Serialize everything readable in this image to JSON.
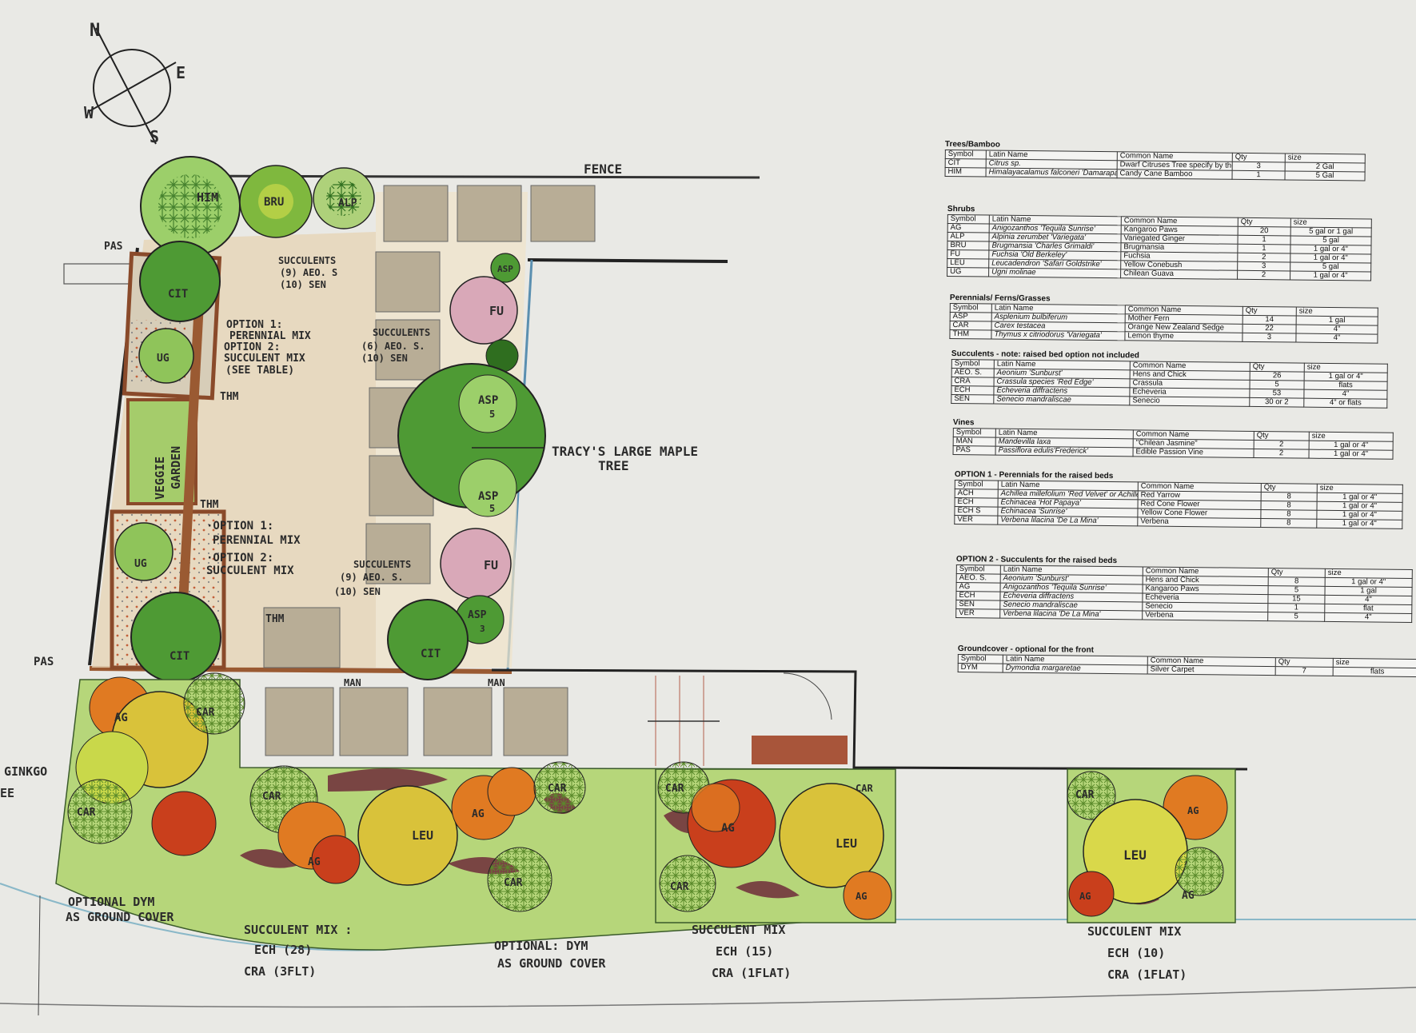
{
  "compass": {
    "n": "N",
    "e": "E",
    "s": "S",
    "w": "W"
  },
  "plan_labels": {
    "fence": "FENCE",
    "pas_top": "PAS",
    "pas_left": "PAS",
    "him": "HIM",
    "bru": "BRU",
    "alp": "ALP",
    "cit1": "CIT",
    "cit2": "CIT",
    "cit3": "CIT",
    "ug1": "UG",
    "ug2": "UG",
    "thm1": "THM",
    "thm2": "THM",
    "thm3": "THM",
    "veggie": "VEGGIE",
    "garden": "GARDEN",
    "asp_small": "ASP",
    "fu1": "FU",
    "fu2": "FU",
    "asp1": "ASP",
    "asp1n": "5",
    "asp2": "ASP",
    "asp2n": "5",
    "asp3": "ASP",
    "asp3n": "3",
    "man1": "MAN",
    "man2": "MAN",
    "ginkgo": "GINKGO",
    "ee": "EE",
    "succ_top_1": "SUCCULENTS",
    "succ_top_2": "(9) AEO. S",
    "succ_top_3": "(10) SEN",
    "succ_mid_1": "SUCCULENTS",
    "succ_mid_2": "(6) AEO. S.",
    "succ_mid_3": "(10) SEN",
    "succ_low_1": "SUCCULENTS",
    "succ_low_2": "(9) AEO. S.",
    "succ_low_3": "(10) SEN",
    "opt_a1": "OPTION 1:",
    "opt_a2": "PERENNIAL MIX",
    "opt_a3": "OPTION 2:",
    "opt_a4": "SUCCULENT MIX",
    "opt_a5": "(SEE TABLE)",
    "opt_b1": "·OPTION 1:",
    "opt_b2": "PERENNIAL MIX",
    "opt_b3": "·OPTION 2:",
    "opt_b4": "SUCCULENT MIX",
    "maple1": "TRACY'S LARGE MAPLE",
    "maple2": "TREE",
    "ag1": "AG",
    "ag2": "AG",
    "ag3": "AG",
    "ag4": "AG",
    "ag5": "AG",
    "ag6": "AG",
    "ag7": "AG",
    "ag8": "AG",
    "car1": "CAR",
    "car2": "CAR",
    "car3": "CAR",
    "car4": "CAR",
    "car5": "CAR",
    "car6": "CAR",
    "car7": "CAR",
    "car8": "CAR",
    "car9": "CAR",
    "leu1": "LEU",
    "leu2": "LEU",
    "leu3": "LEU",
    "dym1_1": "OPTIONAL DYM",
    "dym1_2": "AS GROUND COVER",
    "sm1_1": "SUCCULENT MIX :",
    "sm1_2": "ECH  (28)",
    "sm1_3": "CRA  (3FLT)",
    "dym2_1": "OPTIONAL: DYM",
    "dym2_2": "AS GROUND COVER",
    "sm2_1": "SUCCULENT MIX",
    "sm2_2": "ECH  (15)",
    "sm2_3": "CRA  (1FLAT)",
    "sm3_1": "SUCCULENT MIX",
    "sm3_2": "ECH  (10)",
    "sm3_3": "CRA  (1FLAT)"
  },
  "colors": {
    "paper": "#e9e9e5",
    "ink": "#2b2b2b",
    "tree_green": "#4e9a34",
    "light_green": "#8fc45a",
    "yellow_green": "#c9d84a",
    "pink": "#d9a8b8",
    "orange": "#e07a22",
    "red": "#c93f1c",
    "purple": "#6e2b3a",
    "wood": "#9a5a32",
    "paving": "#b8ad96"
  },
  "headers": [
    "Symbol",
    "Latin Name",
    "Common Name",
    "Qty",
    "size"
  ],
  "tables": [
    {
      "title": "Trees/Bamboo",
      "rows": [
        [
          "CIT",
          "Citrus sp.",
          "Dwarf Citruses Tree specify by the client",
          "3",
          "2 Gal"
        ],
        [
          "HIM",
          "Himalayacalamus falconeri 'Damarapa'",
          "Candy Cane Bamboo",
          "1",
          "5 Gal"
        ]
      ]
    },
    {
      "title": "Shrubs",
      "rows": [
        [
          "AG",
          "Anigozanthos 'Tequila Sunrise'",
          "Kangaroo Paws",
          "20",
          "5 gal or 1 gal"
        ],
        [
          "ALP",
          "Alpinia zerumbet 'Variegata'",
          "Variegated Ginger",
          "1",
          "5 gal"
        ],
        [
          "BRU",
          "Brugmansia 'Charles Grimaldi'",
          "Brugmansia",
          "1",
          "1 gal or 4\""
        ],
        [
          "FU",
          "Fuchsia 'Old Berkeley'",
          "Fuchsia",
          "2",
          "1 gal or 4\""
        ],
        [
          "LEU",
          "Leucadendron 'Safari Goldstrike'",
          "Yellow Conebush",
          "3",
          "5 gal"
        ],
        [
          "UG",
          "Ugni molinae",
          "Chilean Guava",
          "2",
          "1 gal or 4\""
        ]
      ]
    },
    {
      "title": "Perennials/ Ferns/Grasses",
      "rows": [
        [
          "ASP",
          "Asplenium bulbiferum",
          "Mother Fern",
          "14",
          "1 gal"
        ],
        [
          "CAR",
          "Carex testacea",
          "Orange New Zealand Sedge",
          "22",
          "4\""
        ],
        [
          "THM",
          "Thymus x citriodorus 'Variegata'",
          "Lemon thyme",
          "3",
          "4\""
        ]
      ]
    },
    {
      "title": "Succulents - note: raised bed option not included",
      "rows": [
        [
          "AEO. S.",
          "Aeonium 'Sunburst'",
          "Hens and Chick",
          "26",
          "1 gal or 4\""
        ],
        [
          "CRA",
          "Crassula species 'Red Edge'",
          "Crassula",
          "5",
          "flats"
        ],
        [
          "ECH",
          "Echeveria diffractens",
          "Echeveria",
          "53",
          "4\""
        ],
        [
          "SEN",
          "Senecio mandraliscae",
          "Senecio",
          "30 or 2",
          "4\" or flats"
        ]
      ]
    },
    {
      "title": "Vines",
      "rows": [
        [
          "MAN",
          "Mandevilla laxa",
          "\"Chilean Jasmine\"",
          "2",
          "1 gal or 4\""
        ],
        [
          "PAS",
          "Passiflora edulis'Frederick'",
          "Edible Passion Vine",
          "2",
          "1 gal or 4\""
        ]
      ]
    },
    {
      "title": "OPTION 1 - Perennials for the raised beds",
      "rows": [
        [
          "ACH",
          "Achillea millefolium 'Red Velvet' or Achillea millefolium 'Paprika'",
          "Red Yarrow",
          "8",
          "1 gal or 4\""
        ],
        [
          "ECH",
          "Echinacea 'Hot Papaya'",
          "Red Cone Flower",
          "8",
          "1 gal or 4\""
        ],
        [
          "ECH S",
          "Echinacea 'Sunrise'",
          "Yellow Cone Flower",
          "8",
          "1 gal or 4\""
        ],
        [
          "VER",
          "Verbena lilacina 'De La Mina'",
          "Verbena",
          "8",
          "1 gal or 4\""
        ]
      ]
    },
    {
      "title": "OPTION 2 - Succulents for the raised beds",
      "rows": [
        [
          "AEO. S.",
          "Aeonium 'Sunburst'",
          "Hens and Chick",
          "8",
          "1 gal or 4\""
        ],
        [
          "AG",
          "Anigozanthos 'Tequila Sunrise'",
          "Kangaroo Paws",
          "5",
          "1 gal"
        ],
        [
          "ECH",
          "Echeveria diffractens",
          "Echeveria",
          "15",
          "4\""
        ],
        [
          "SEN",
          "Senecio mandraliscae",
          "Senecio",
          "1",
          "flat"
        ],
        [
          "VER",
          "Verbena lilacina 'De La Mina'",
          "Verbena",
          "5",
          "4\""
        ]
      ]
    },
    {
      "title": "Groundcover - optional for the front",
      "rows": [
        [
          "DYM",
          "Dymondia margaretae",
          "Silver Carpet",
          "7",
          "flats"
        ]
      ]
    }
  ]
}
